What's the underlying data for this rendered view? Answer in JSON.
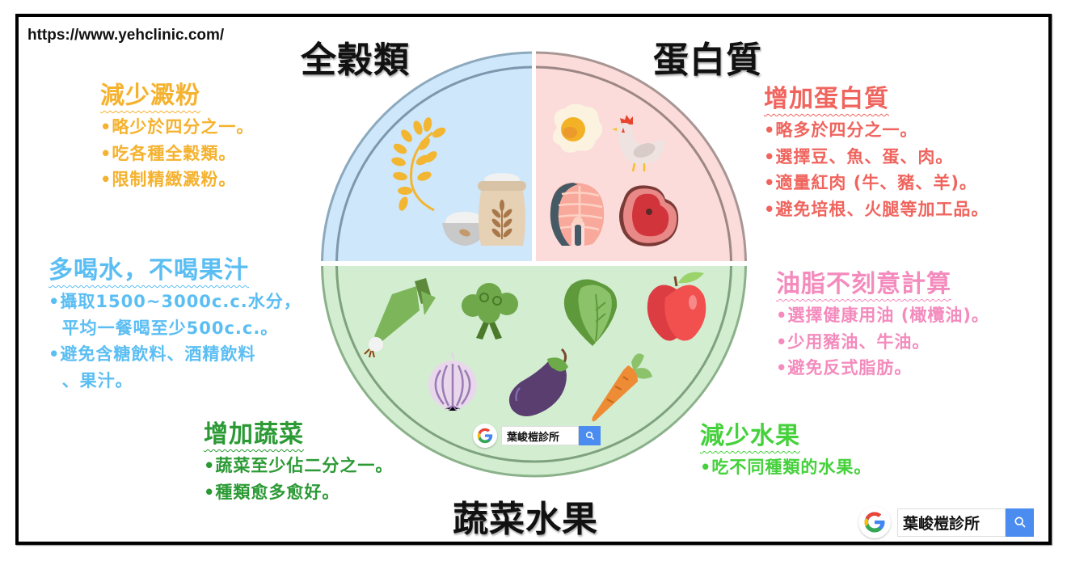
{
  "url": "https://www.yehclinic.com/",
  "titles": {
    "grains": "全穀類",
    "protein": "蛋白質",
    "veg_fruit": "蔬菜水果"
  },
  "colors": {
    "grains_text": "#F5B22E",
    "water_text": "#5BBEF3",
    "protein_text": "#F0645E",
    "fat_text": "#F48BBD",
    "veg_text": "#2B9A35",
    "fruit_text": "#44D13B",
    "plate_grains": "#CFE7FA",
    "plate_protein": "#FBDCDA",
    "plate_veg": "#D3EDD1",
    "google_blue": "#4A8CF0"
  },
  "sections": {
    "starch": {
      "heading": "減少澱粉",
      "items": [
        "•略少於四分之一。",
        "•吃各種全穀類。",
        "•限制精緻澱粉。"
      ]
    },
    "water": {
      "heading": "多喝水，不喝果汁",
      "items": [
        "•攝取1500~3000c.c.水分，",
        "  平均一餐喝至少500c.c.。",
        "•避免含糖飲料、酒精飲料",
        "  、果汁。"
      ]
    },
    "vegetables": {
      "heading": "增加蔬菜",
      "items": [
        "•蔬菜至少佔二分之一。",
        "•種類愈多愈好。"
      ]
    },
    "protein": {
      "heading": "增加蛋白質",
      "items": [
        "•略多於四分之一。",
        "•選擇豆、魚、蛋、肉。",
        "•適量紅肉 (牛、豬、羊)。",
        "•避免培根、火腿等加工品。"
      ]
    },
    "fat": {
      "heading": "油脂不刻意計算",
      "items": [
        "•選擇健康用油 (橄欖油)。",
        "•少用豬油、牛油。",
        "•避免反式脂肪。"
      ]
    },
    "fruit": {
      "heading": "減少水果",
      "items": [
        "•吃不同種類的水果。"
      ]
    }
  },
  "plate": {
    "grains_icons": [
      "wheat-icon",
      "flour-bowl-icon",
      "grain-sack-icon"
    ],
    "protein_icons": [
      "fried-egg-icon",
      "chicken-icon",
      "salmon-steak-icon",
      "meat-steak-icon"
    ],
    "veg_icons": [
      "leek-icon",
      "broccoli-icon",
      "lettuce-icon",
      "apple-icon",
      "onion-icon",
      "eggplant-icon",
      "carrot-icon"
    ]
  },
  "search_badge": {
    "query": "葉峻榿診所",
    "logo": "G"
  }
}
